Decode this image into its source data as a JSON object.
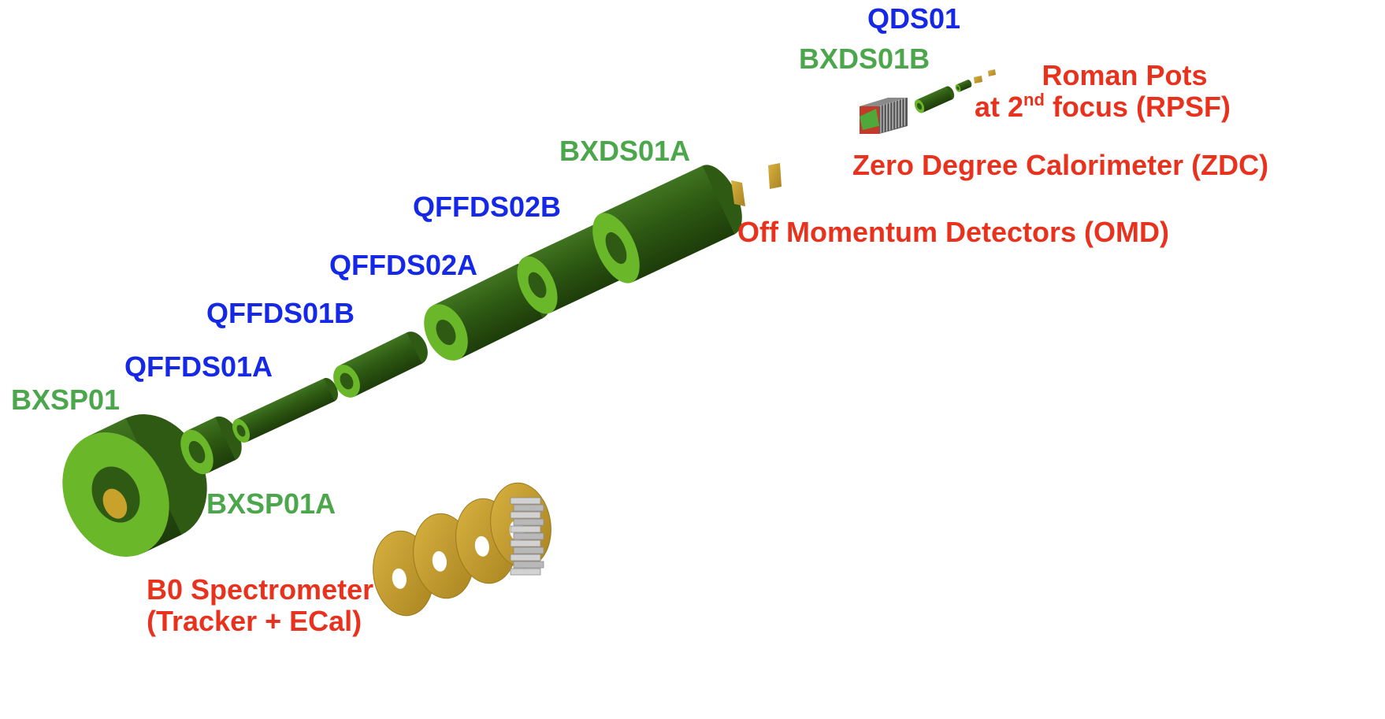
{
  "colors": {
    "quad_label": "#1428e6",
    "dipole_label": "#4ca64c",
    "detector_label": "#e8321e",
    "magnet_body": "#2f5a14",
    "magnet_ring": "#6ab82a",
    "detector_gold": "#c9a22c"
  },
  "labels": {
    "qds01": "QDS01",
    "bxds01b": "BXDS01B",
    "roman_pots_line1": "Roman Pots",
    "roman_pots_line2_pre": "at 2",
    "roman_pots_line2_sup": "nd",
    "roman_pots_line2_post": " focus (RPSF)",
    "zdc": "Zero Degree Calorimeter (ZDC)",
    "bxds01a": "BXDS01A",
    "qffds02b": "QFFDS02B",
    "omd": "Off Momentum Detectors (OMD)",
    "qffds02a": "QFFDS02A",
    "qffds01b": "QFFDS01B",
    "qffds01a": "QFFDS01A",
    "bxsp01": "BXSP01",
    "bxsp01a": "BXSP01A",
    "b0_line1": "B0 Spectrometer",
    "b0_line2": "(Tracker + ECal)"
  }
}
